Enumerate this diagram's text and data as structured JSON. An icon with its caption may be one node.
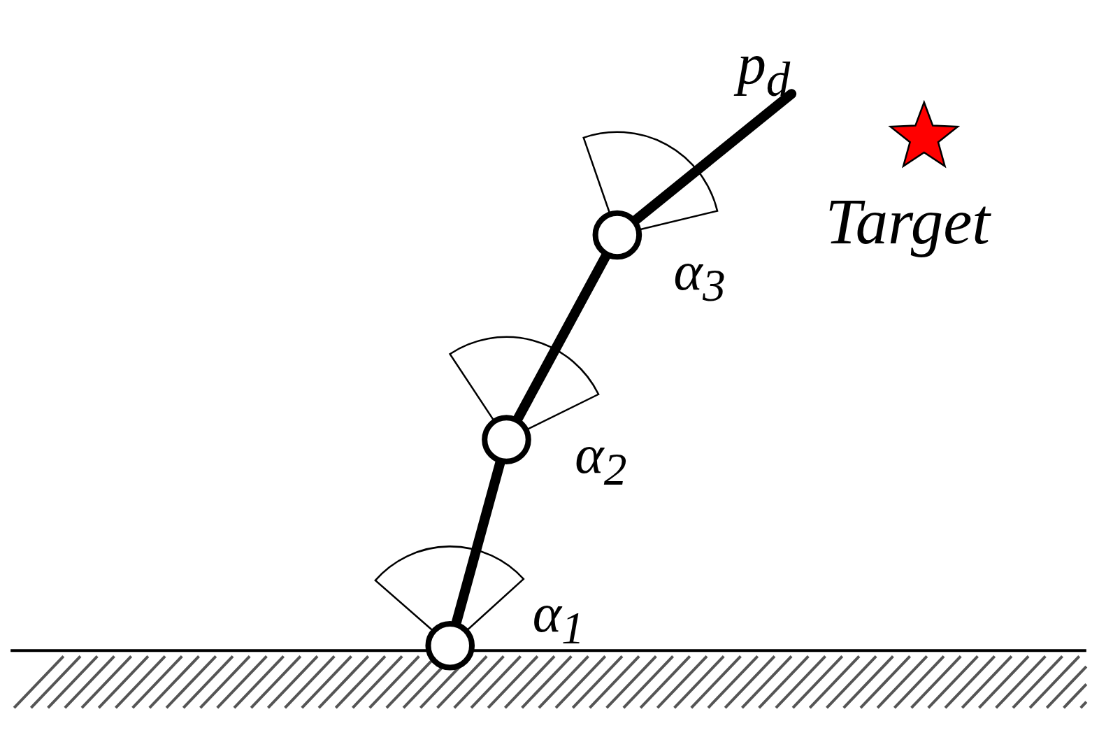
{
  "diagram": {
    "labels": [
      "p$_{d}$",
      "Target",
      "α$_{3}$",
      "α$_{2}$",
      "α$_{1}$"
    ]
  }
}
